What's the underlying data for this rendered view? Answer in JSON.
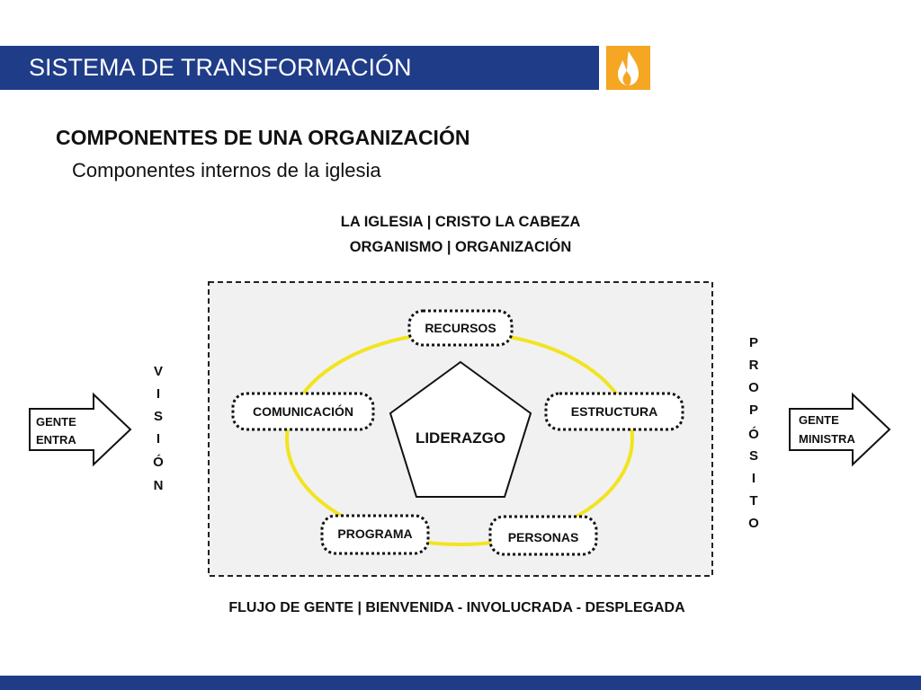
{
  "colors": {
    "brand": "#1f3c88",
    "accent": "#f5a623",
    "ring": "#f2e41f"
  },
  "header": {
    "title": "SISTEMA DE TRANSFORMACIÓN",
    "logo_icon": "flame-icon"
  },
  "heading": "COMPONENTES DE UNA ORGANIZACIÓN",
  "subheading": "Componentes internos de la iglesia",
  "diagram": {
    "top_line1": "LA IGLESIA | CRISTO LA CABEZA",
    "top_line2": "ORGANISMO | ORGANIZACIÓN",
    "center": "LIDERAZGO",
    "nodes": {
      "recursos": "RECURSOS",
      "comunicacion": "COMUNICACIÓN",
      "estructura": "ESTRUCTURA",
      "programa": "PROGRAMA",
      "personas": "PERSONAS"
    },
    "left_arrow": [
      "GENTE",
      "ENTRA"
    ],
    "right_arrow": [
      "GENTE",
      "MINISTRA"
    ],
    "vision": [
      "V",
      "I",
      "S",
      "I",
      "Ó",
      "N"
    ],
    "proposito": [
      "P",
      "R",
      "O",
      "P",
      "Ó",
      "S",
      "I",
      "T",
      "O"
    ],
    "bottom": "FLUJO DE GENTE | BIENVENIDA - INVOLUCRADA - DESPLEGADA"
  }
}
